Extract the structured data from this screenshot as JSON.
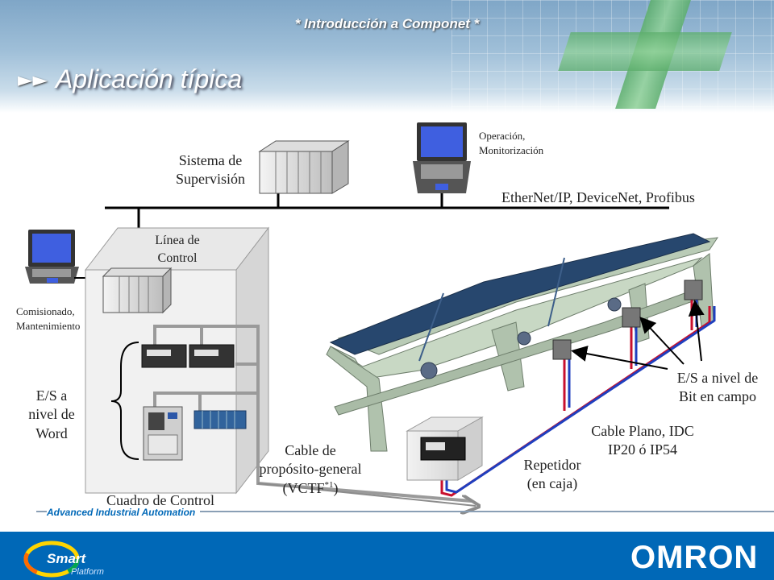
{
  "header": {
    "subtitle": "* Introducción a Componet *",
    "title": "Aplicación típica"
  },
  "labels": {
    "sistema": [
      "Sistema de",
      "Supervisión"
    ],
    "operacion": [
      "Operación,",
      "Monitorización"
    ],
    "network": "EtherNet/IP, DeviceNet, Profibus",
    "linea": [
      "Línea de",
      "Control"
    ],
    "comisionado": [
      "Comisionado,",
      "Mantenimiento"
    ],
    "es_word": [
      "E/S a",
      "nivel de",
      "Word"
    ],
    "cuadro": "Cuadro de Control",
    "cable_general": [
      "Cable de",
      "propósito-general",
      "(VCTF",
      "*1",
      ")"
    ],
    "repetidor": [
      "Repetidor",
      "(en caja)"
    ],
    "cable_plano": [
      "Cable Plano, IDC",
      "IP20 ó IP54"
    ],
    "es_bit": [
      "E/S a nivel de",
      "Bit en campo"
    ]
  },
  "footer": {
    "tagline": "Advanced Industrial Automation",
    "brand": "OMRON",
    "logo_word1": "Smart",
    "logo_word2": "Platform"
  },
  "colors": {
    "brand_blue": "#0068b7",
    "cable_red": "#c8102e",
    "cable_blue": "#1f3fbf",
    "conveyor_frame": "#b9cbb6",
    "belt": "#27476e"
  }
}
